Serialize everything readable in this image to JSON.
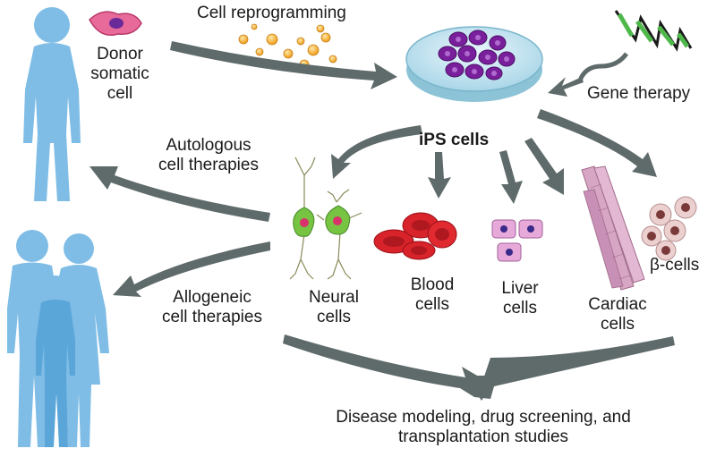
{
  "labels": {
    "cell_reprogramming": "Cell reprogramming",
    "donor": [
      "Donor",
      "somatic",
      "cell"
    ],
    "gene_therapy": "Gene therapy",
    "ips_cells": "iPS cells",
    "autologous": [
      "Autologous",
      "cell therapies"
    ],
    "allogeneic": [
      "Allogeneic",
      "cell therapies"
    ],
    "neural": [
      "Neural",
      "cells"
    ],
    "blood": [
      "Blood",
      "cells"
    ],
    "liver": [
      "Liver",
      "cells"
    ],
    "cardiac": [
      "Cardiac",
      "cells"
    ],
    "beta": "β-cells",
    "outcome": [
      "Disease modeling, drug screening, and",
      "transplantation studies"
    ]
  },
  "colors": {
    "arrow": "#5f6a6a",
    "human": "#7fbde6",
    "dish": "#cfe8f2",
    "ips": "#7a1f9c",
    "blood": "#d8232a",
    "liver": "#e7a9d9",
    "neural": "#76c442",
    "cardiac": "#d7a6c5",
    "beta": "#ecd0d0"
  }
}
